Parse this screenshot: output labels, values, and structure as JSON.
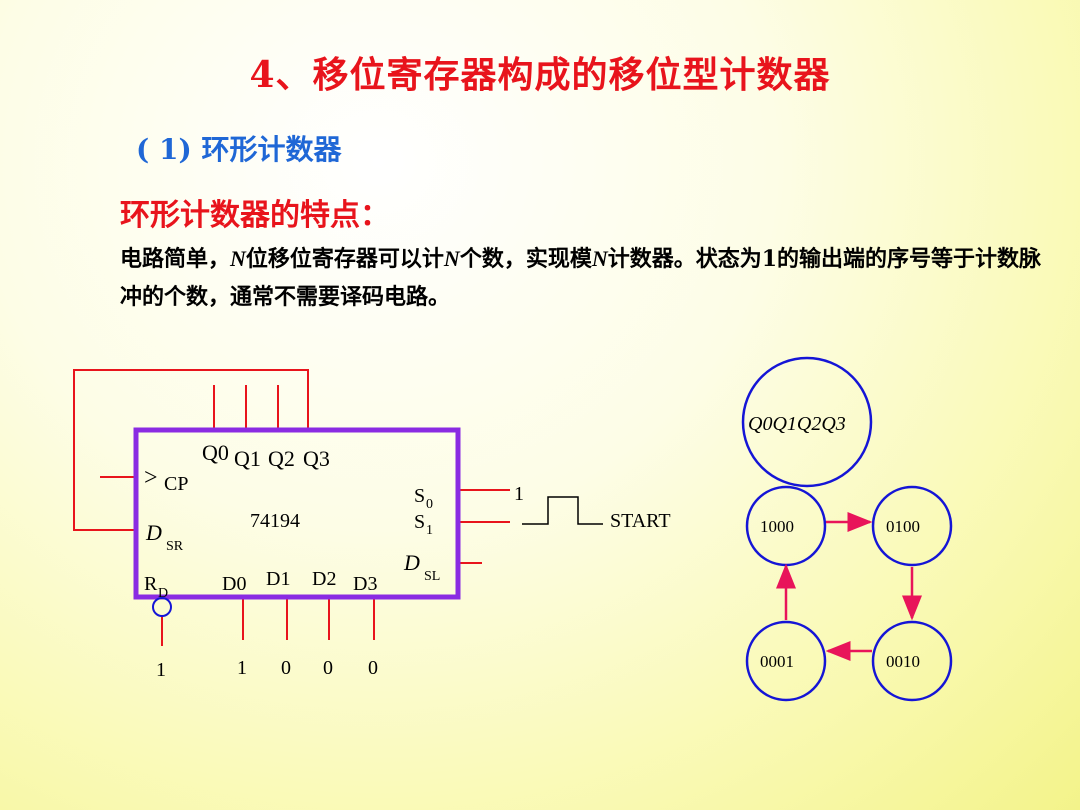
{
  "title": "4、移位寄存器构成的移位型计数器",
  "subtitle": "( 1) 环形计数器",
  "feature_title": "环形计数器的特点：",
  "description": {
    "p1": "电路简单，",
    "n1": "N",
    "p2": "位移位寄存器可以计",
    "n2": "N",
    "p3": "个数，实现模",
    "n3": "N",
    "p4": "计数器。状态为1的输出端的序号等于计数脉冲的个数，通常不需要译码电路。"
  },
  "circuit": {
    "chip_name": "74194",
    "q_labels": [
      "Q0",
      "Q1",
      "Q2",
      "Q3"
    ],
    "cp_label": "CP",
    "dsr_label": "D",
    "dsr_sub": "SR",
    "rd_label": "R",
    "rd_sub": "D",
    "s0_label": "S",
    "s0_sub": "0",
    "s1_label": "S",
    "s1_sub": "1",
    "dsl_label": "D",
    "dsl_sub": "SL",
    "d_labels": [
      "D0",
      "D1",
      "D2",
      "D3"
    ],
    "s0_value": "1",
    "start_label": "START",
    "input_values": {
      "rd": "1",
      "d0": "1",
      "d1": "0",
      "d2": "0",
      "d3": "0"
    }
  },
  "state_diagram": {
    "legend": "Q0Q1Q2Q3",
    "states": [
      "1000",
      "0100",
      "0010",
      "0001"
    ]
  },
  "colors": {
    "title": "#e8141c",
    "subtitle": "#1f67d6",
    "chip_border": "#8a2be2",
    "wire": "#e8141c",
    "node_border": "#1515d6",
    "arrow": "#e8145a"
  }
}
